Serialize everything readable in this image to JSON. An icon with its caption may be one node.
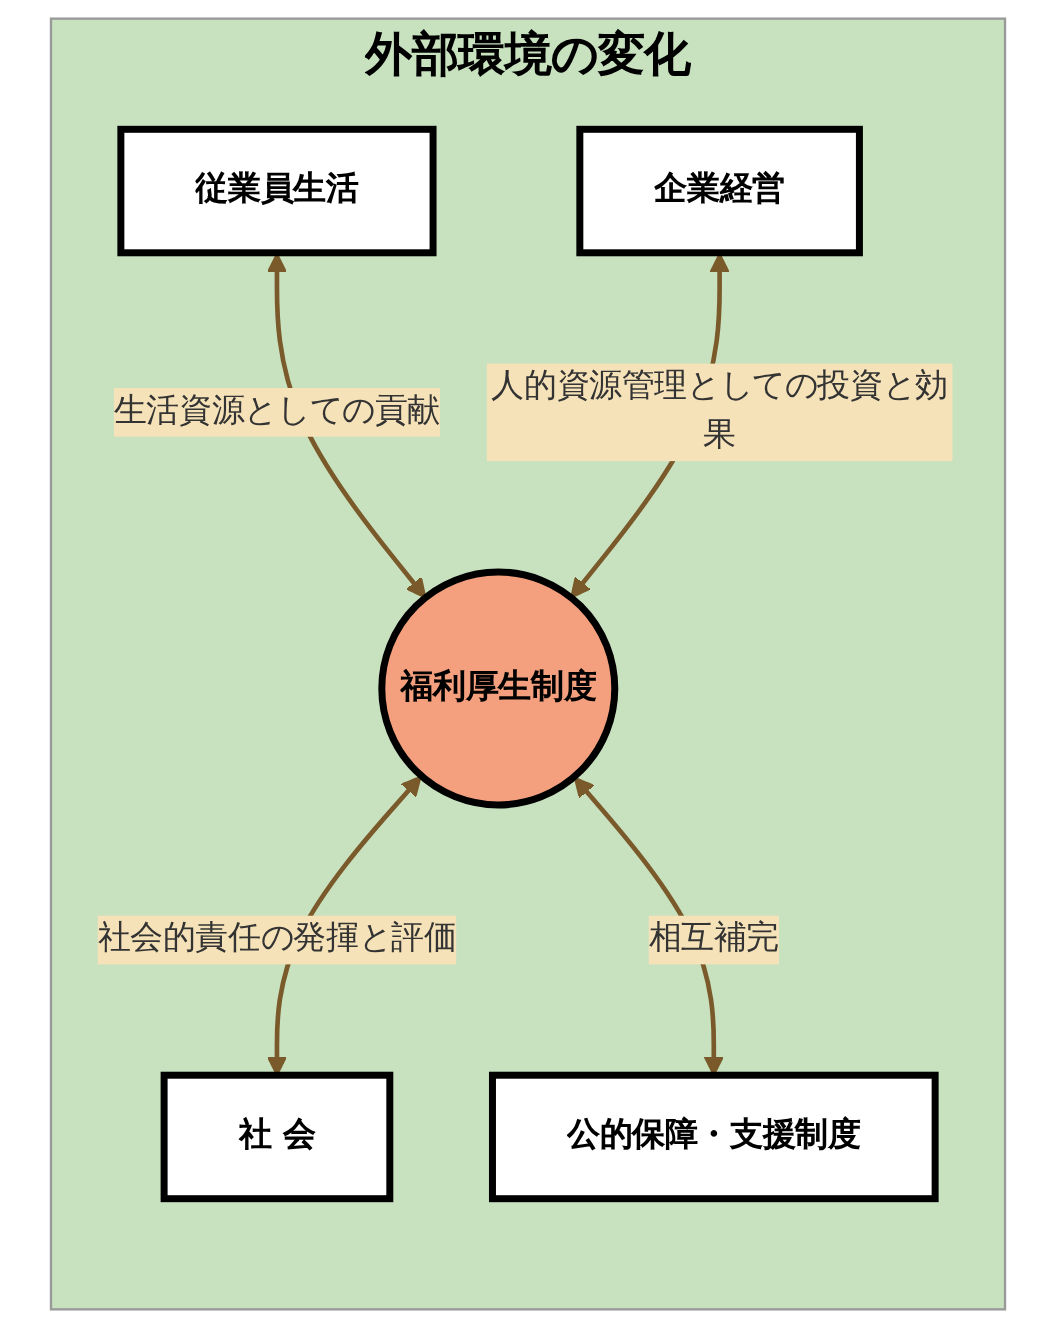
{
  "diagram": {
    "nodes": [
      {
        "text": [
          "外部環境の変化"
        ]
      },
      {
        "text": [
          "従業員生活"
        ],
        "in": 0
      },
      {
        "text": [
          "企業経営"
        ],
        "in": 0
      },
      {
        "text": [
          "福利厚生制度"
        ],
        "in": 0
      },
      {
        "text": [
          "社 会"
        ],
        "in": 0
      },
      {
        "text": [
          "公的保障・支援制度"
        ],
        "in": 0
      }
    ],
    "edges": [
      {
        "from": 1,
        "to": 3,
        "arrow": "both",
        "label": "生活資源としての貢献"
      },
      {
        "from": 2,
        "to": 3,
        "arrow": "both",
        "label": "人的資源管理としての投資と効果"
      },
      {
        "from": 3,
        "to": 4,
        "arrow": "both",
        "label": "社会的責任の発揮と評価"
      },
      {
        "from": 3,
        "to": 5,
        "arrow": "both",
        "label": "相互補完"
      }
    ]
  }
}
